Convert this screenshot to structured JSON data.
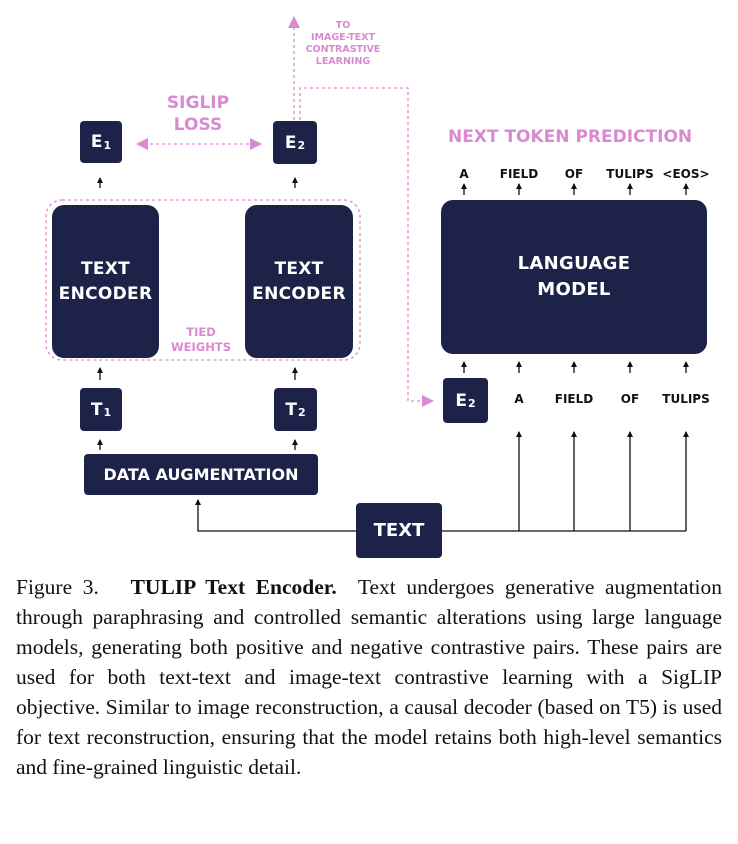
{
  "diagram": {
    "siglip_loss": [
      "SIGLIP",
      "LOSS"
    ],
    "contrastive_note": [
      "TO",
      "IMAGE-TEXT",
      "CONTRASTIVE",
      "LEARNING"
    ],
    "next_token_title": "NEXT TOKEN PREDICTION",
    "e1": {
      "letter": "E",
      "sub": "1"
    },
    "e2": {
      "letter": "E",
      "sub": "2"
    },
    "t1": {
      "letter": "T",
      "sub": "1"
    },
    "t2": {
      "letter": "T",
      "sub": "2"
    },
    "text_encoder": [
      "TEXT",
      "ENCODER"
    ],
    "tied_weights": [
      "TIED",
      "WEIGHTS"
    ],
    "data_augmentation": "DATA AUGMENTATION",
    "text_input": "TEXT",
    "language_model": [
      "LANGUAGE",
      "MODEL"
    ],
    "output_tokens": [
      "A",
      "FIELD",
      "OF",
      "TULIPS",
      "<EOS>"
    ],
    "input_tokens": [
      "A",
      "FIELD",
      "OF",
      "TULIPS"
    ],
    "colors": {
      "box": "#1d2248",
      "accent": "#d98ad1",
      "line": "#111111"
    }
  },
  "caption": {
    "label": "Figure 3.",
    "title": "TULIP Text Encoder.",
    "body": "Text undergoes generative augmentation through paraphrasing and controlled semantic alterations using large language models, generating both positive and negative contrastive pairs. These pairs are used for both text-text and image-text contrastive learning with a SigLIP objective. Similar to image reconstruction, a causal decoder (based on T5) is used for text reconstruction, ensuring that the model retains both high-level semantics and fine-grained linguistic detail."
  }
}
